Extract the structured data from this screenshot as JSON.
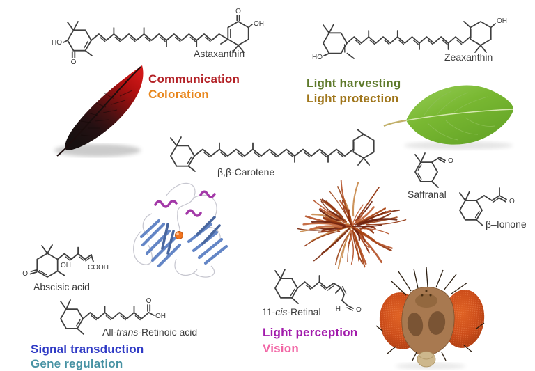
{
  "molecules": {
    "astaxanthin": {
      "name": "Astaxanthin",
      "atoms": {
        "ho": "HO",
        "o_left": "O",
        "o_right": "O",
        "oh": "OH"
      }
    },
    "zeaxanthin": {
      "name": "Zeaxanthin",
      "atoms": {
        "ho": "HO",
        "oh": "OH"
      }
    },
    "carotene": {
      "name": "β,β-Carotene"
    },
    "saffranal": {
      "name": "Saffranal",
      "atoms": {
        "o": "O"
      }
    },
    "ionone": {
      "name": "β–Ionone",
      "atoms": {
        "o": "O"
      }
    },
    "abscisic": {
      "name": "Abscisic acid",
      "atoms": {
        "o": "O",
        "oh": "OH",
        "cooh": "COOH"
      }
    },
    "retinoic": {
      "name_pre": "All-",
      "name_it": "trans",
      "name_post": "-Retinoic acid",
      "atoms": {
        "o": "O",
        "oh": "OH"
      }
    },
    "retinal": {
      "name_pre": "11-",
      "name_it": "cis",
      "name_post": "-Retinal",
      "atoms": {
        "h": "H",
        "o": "O"
      }
    }
  },
  "functions": {
    "communication": {
      "label": "Communication",
      "color": "#B32025"
    },
    "coloration": {
      "label": "Coloration",
      "color": "#E8861C"
    },
    "light_harvesting": {
      "label": "Light harvesting",
      "color": "#5E7A2B"
    },
    "light_protection": {
      "label": "Light protection",
      "color": "#A0761B"
    },
    "signal_transduction": {
      "label": "Signal transduction",
      "color": "#2F3AC5"
    },
    "gene_regulation": {
      "label": "Gene regulation",
      "color": "#4792A3"
    },
    "light_perception": {
      "label": "Light perception",
      "color": "#A21BAC"
    },
    "vision": {
      "label": "Vision",
      "color": "#F266A5"
    }
  },
  "images": {
    "feather": "red-black-feather",
    "leaf": "green-leaf",
    "protein": "protein-ribbon-structure",
    "saffron": "saffron-threads",
    "fly": "fly-head-compound-eyes"
  },
  "structure_color": "#3f3f3f"
}
